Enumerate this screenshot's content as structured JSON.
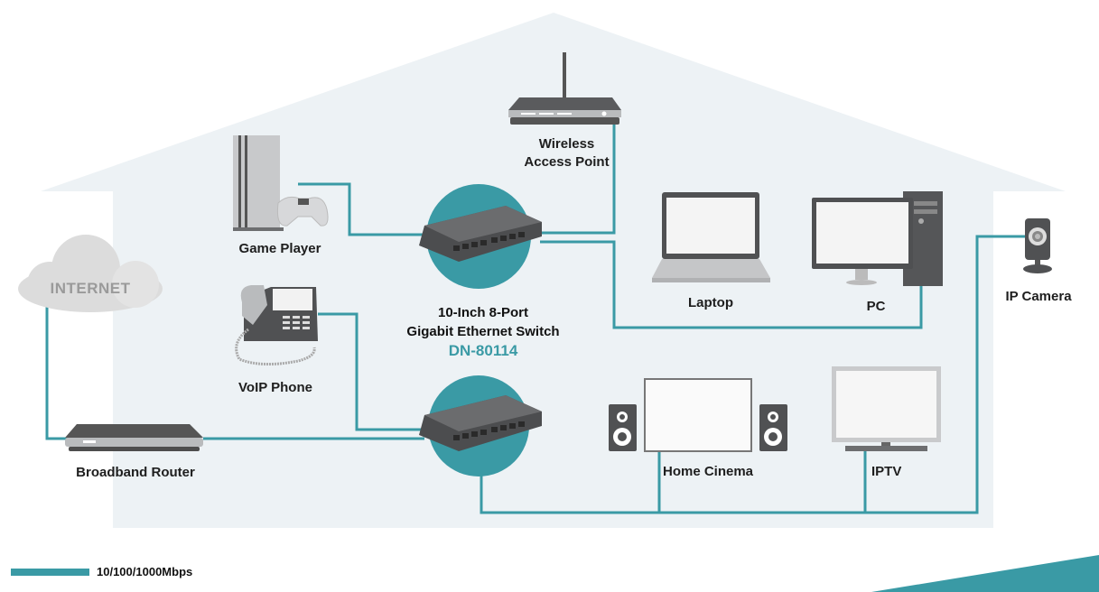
{
  "diagram": {
    "title_line1": "10-Inch 8-Port",
    "title_line2": "Gigabit Ethernet Switch",
    "model": "DN-80114",
    "accent_color": "#3a9aa5",
    "background_color": "#edf2f5",
    "device_color": "#58595b"
  },
  "devices": {
    "internet": {
      "label": "INTERNET",
      "icon": "cloud-icon"
    },
    "broadband_router": {
      "label": "Broadband Router",
      "icon": "router-icon"
    },
    "game_player": {
      "label": "Game Player",
      "icon": "game-console-icon"
    },
    "voip_phone": {
      "label": "VoIP Phone",
      "icon": "phone-icon"
    },
    "wireless_ap": {
      "label_line1": "Wireless",
      "label_line2": "Access Point",
      "icon": "wifi-router-icon"
    },
    "laptop": {
      "label": "Laptop",
      "icon": "laptop-icon"
    },
    "pc": {
      "label": "PC",
      "icon": "desktop-pc-icon"
    },
    "ip_camera": {
      "label": "IP Camera",
      "icon": "camera-icon"
    },
    "home_cinema": {
      "label": "Home Cinema",
      "icon": "home-cinema-icon"
    },
    "iptv": {
      "label": "IPTV",
      "icon": "tv-icon"
    },
    "switch_top": {
      "icon": "network-switch-icon"
    },
    "switch_bottom": {
      "icon": "network-switch-icon"
    }
  },
  "connections": [
    [
      "internet",
      "broadband_router"
    ],
    [
      "broadband_router",
      "switch_bottom"
    ],
    [
      "voip_phone",
      "switch_bottom"
    ],
    [
      "switch_bottom",
      "home_cinema"
    ],
    [
      "switch_bottom",
      "iptv"
    ],
    [
      "switch_bottom",
      "ip_camera"
    ],
    [
      "game_player",
      "switch_top"
    ],
    [
      "switch_top",
      "wireless_ap"
    ],
    [
      "switch_top",
      "pc"
    ]
  ],
  "legend": {
    "label": "10/100/1000Mbps"
  }
}
